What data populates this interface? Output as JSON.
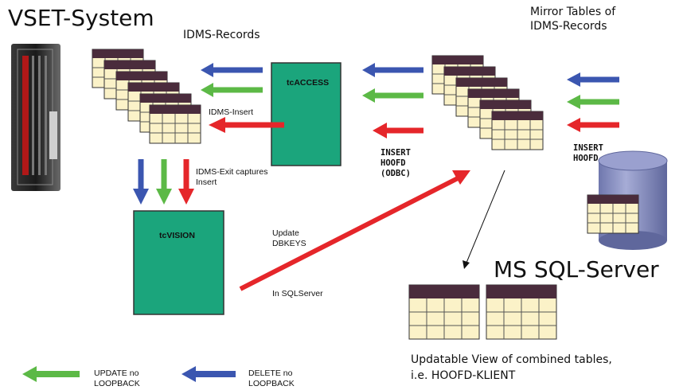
{
  "title": "VSET-System",
  "labels": {
    "idms_records": "IDMS-Records",
    "mirror_tables": "Mirror Tables of\nIDMS-Records",
    "tcaccess": "tcACCESS",
    "tcvision": "tcVISION",
    "idms_insert": "IDMS-Insert",
    "idms_exit": "IDMS-Exit captures\nInsert",
    "insert_hoofd_odbc": "INSERT\nHOOFD\n(ODBC)",
    "insert_hoofd": "INSERT\nHOOFD",
    "update_dbkeys": "Update\nDBKEYS",
    "in_sqlserver": "In SQLServer",
    "ms_sql_server": "MS SQL-Server",
    "updatable_view": "Updatable View of combined tables,\ni.e. HOOFD-KLIENT"
  },
  "legend": [
    {
      "label": "UPDATE no\nLOOPBACK",
      "color": "#5cb946"
    },
    {
      "label": "DELETE no\nLOOPBACK",
      "color": "#3b56b0"
    }
  ],
  "colors": {
    "green_box": "#1ba57c",
    "table_header": "#4a2c3c",
    "table_body": "#fbf2c8",
    "arrow_red": "#e5262a",
    "arrow_green": "#5cb946",
    "arrow_blue": "#3b56b0",
    "cylinder": "#8a91c2"
  }
}
